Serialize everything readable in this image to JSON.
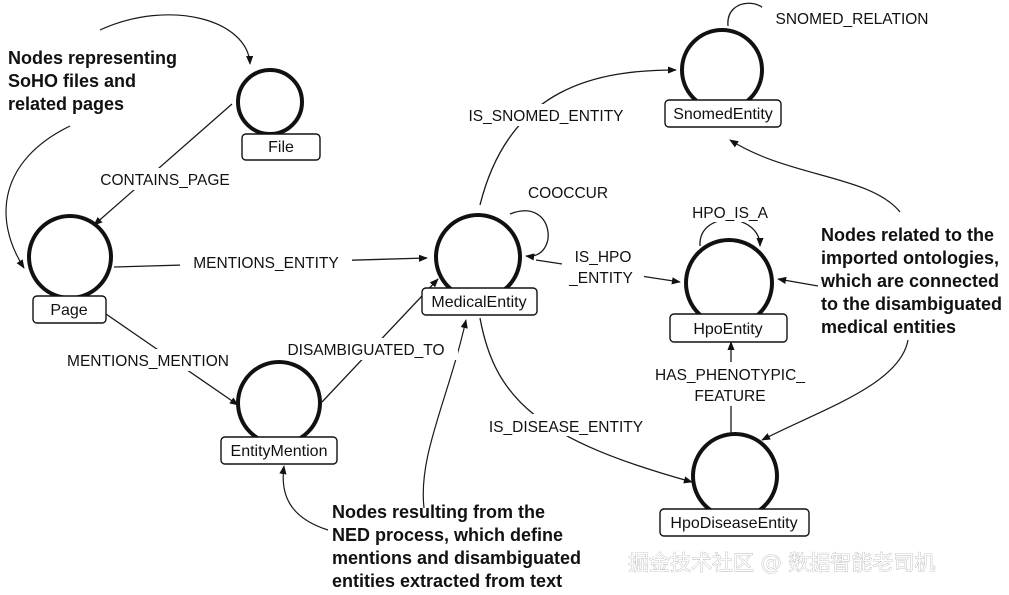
{
  "nodes": {
    "file": "File",
    "page": "Page",
    "entity_mention": "EntityMention",
    "medical_entity": "MedicalEntity",
    "snomed_entity": "SnomedEntity",
    "hpo_entity": "HpoEntity",
    "hpo_disease_entity": "HpoDiseaseEntity"
  },
  "edges": {
    "contains_page": "CONTAINS_PAGE",
    "mentions_entity": "MENTIONS_ENTITY",
    "mentions_mention": "MENTIONS_MENTION",
    "disambiguated_to": "DISAMBIGUATED_TO",
    "is_snomed_entity": "IS_SNOMED_ENTITY",
    "snomed_relation": "SNOMED_RELATION",
    "cooccur": "COOCCUR",
    "is_hpo_entity": [
      "IS_HPO",
      "_ENTITY"
    ],
    "hpo_is_a": "HPO_IS_A",
    "has_phenotypic_feature": [
      "HAS_PHENOTYPIC_",
      "FEATURE"
    ],
    "is_disease_entity": "IS_DISEASE_ENTITY"
  },
  "notes": {
    "soho": [
      "Nodes representing",
      "SoHO files and",
      "related pages"
    ],
    "ontologies": [
      "Nodes related to the",
      "imported ontologies,",
      "which are connected",
      "to the disambiguated",
      "medical entities"
    ],
    "ned": [
      "Nodes resulting from the",
      "NED process, which define",
      "mentions and disambiguated",
      "entities extracted from text"
    ]
  },
  "watermark": "掘金技术社区 @ 数据智能老司机"
}
